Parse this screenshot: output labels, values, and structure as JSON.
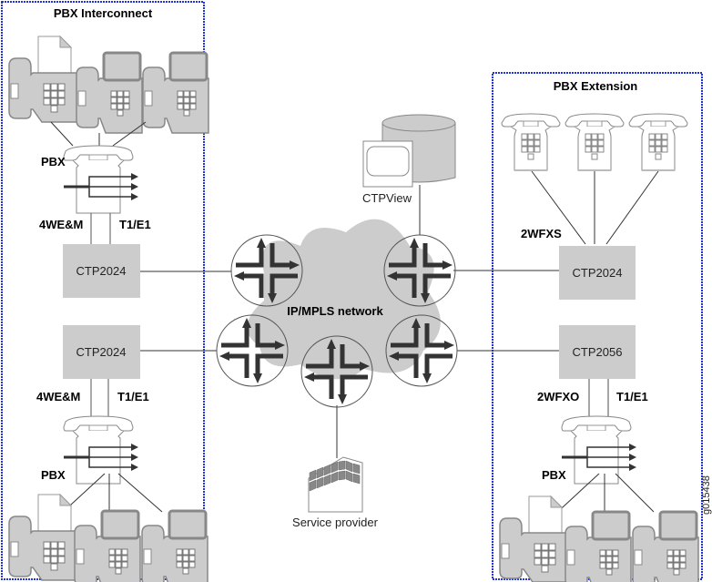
{
  "regions": {
    "left": {
      "title": "PBX Interconnect"
    },
    "right": {
      "title": "PBX Extension"
    }
  },
  "network": {
    "label": "IP/MPLS network"
  },
  "management": {
    "label": "CTPView"
  },
  "provider": {
    "label": "Service provider"
  },
  "devices": {
    "left_top": {
      "label": "CTP2024",
      "if_left": "4WE&M",
      "if_right": "T1/E1",
      "pbx": "PBX"
    },
    "left_bottom": {
      "label": "CTP2024",
      "if_left": "4WE&M",
      "if_right": "T1/E1",
      "pbx": "PBX"
    },
    "right_top": {
      "label": "CTP2024",
      "if_left": "2WFXS"
    },
    "right_bottom": {
      "label": "CTP2056",
      "if_left": "2WFXO",
      "if_right": "T1/E1",
      "pbx": "PBX"
    }
  },
  "figure_id": "g015438",
  "colors": {
    "region_border": "#2233dd",
    "box_fill": "#cccccc",
    "cloud_fill": "#cccccc",
    "router_glyph": "#333333",
    "phone_fill": "#cccccc"
  }
}
